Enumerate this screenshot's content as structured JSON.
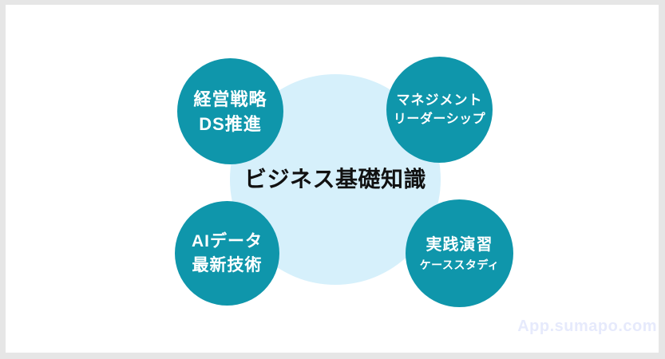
{
  "colors": {
    "frame_border": "#e6e6e6",
    "canvas_bg": "#ffffff",
    "node_fill": "#0f96ab",
    "node_text": "#ffffff",
    "center_circle": "#d6f0fb",
    "title_text": "#111111",
    "watermark_text": "#e6eafc"
  },
  "center": {
    "title": "ビジネス基礎知識"
  },
  "nodes": [
    {
      "position": "top-left",
      "line1": "経営戦略",
      "line2": "DS推進"
    },
    {
      "position": "top-right",
      "line1": "マネジメント",
      "line2": "リーダーシップ"
    },
    {
      "position": "bottom-left",
      "line1": "AIデータ",
      "line2": "最新技術"
    },
    {
      "position": "bottom-right",
      "line1": "実践演習",
      "line2": "ケーススタディ"
    }
  ],
  "watermark": {
    "text": "App.sumapo.com"
  }
}
